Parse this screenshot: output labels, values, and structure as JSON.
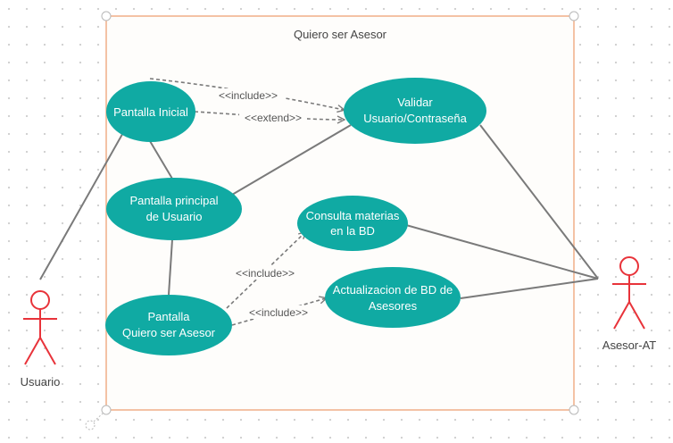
{
  "system": {
    "title": "Quiero ser Asesor"
  },
  "actors": {
    "usuario": "Usuario",
    "asesor": "Asesor-AT"
  },
  "use_cases": {
    "pantalla_inicial": "Pantalla Inicial",
    "validar": [
      "Validar",
      "Usuario/Contraseña"
    ],
    "pantalla_principal": [
      "Pantalla principal",
      "de Usuario"
    ],
    "consulta": [
      "Consulta materias",
      "en la BD"
    ],
    "pantalla_quiero": [
      "Pantalla",
      "Quiero ser Asesor"
    ],
    "actualizacion": [
      "Actualizacion de BD de",
      "Asesores"
    ]
  },
  "relations": {
    "include_1": "<<include>>",
    "extend": "<<extend>>",
    "include_2": "<<include>>",
    "include_3": "<<include>>"
  },
  "colors": {
    "use_case_fill": "#10aaa3",
    "system_border": "#f2b48f",
    "system_fill": "#fefdfb",
    "actor": "#e8333a",
    "line": "#7a7a7a"
  }
}
